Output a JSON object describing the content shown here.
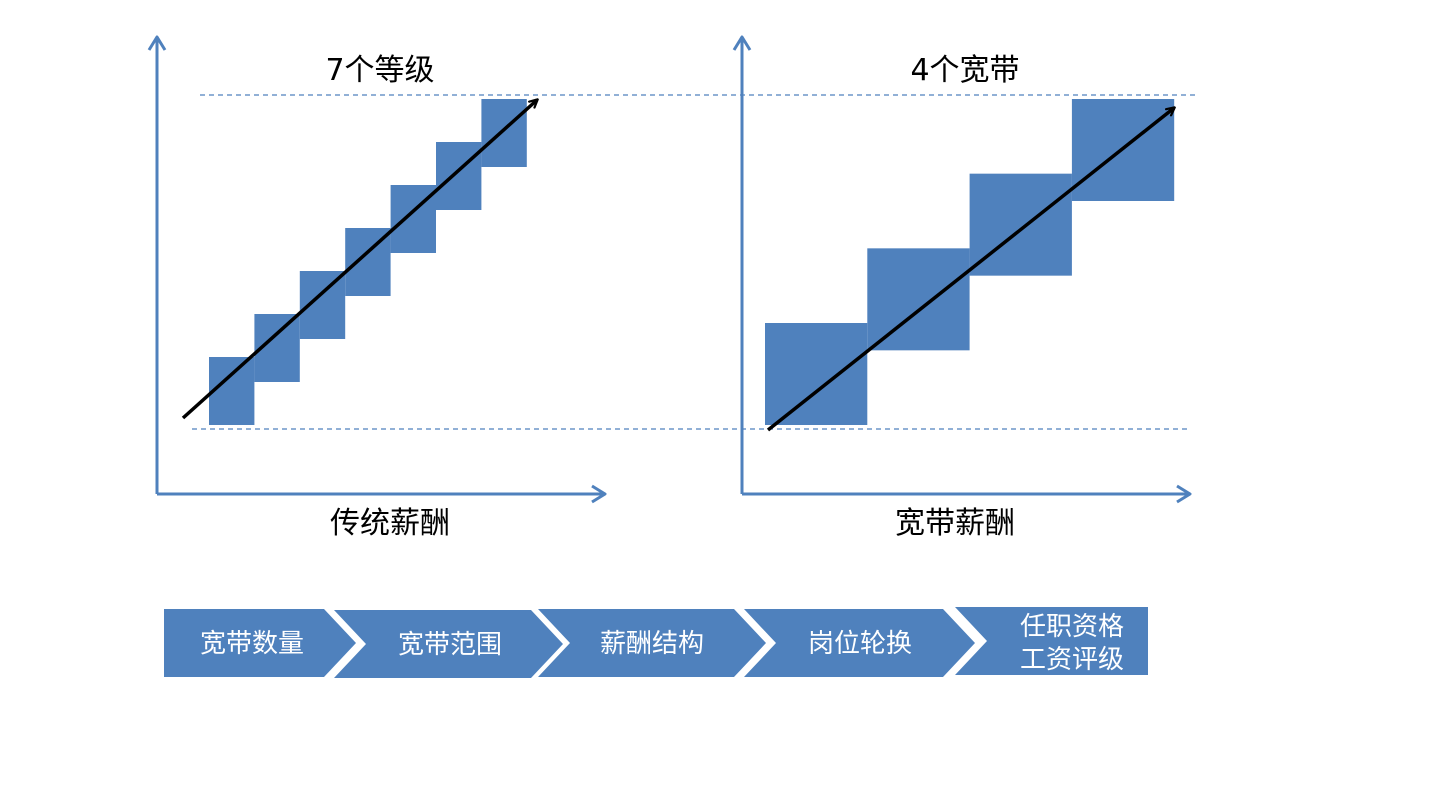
{
  "colors": {
    "block": "#4f81bd",
    "axis": "#4f81bd",
    "dashed_guide": "#4f81bd",
    "trend_arrow": "#000000",
    "chevron": "#4f81bd",
    "chevron_text": "#ffffff"
  },
  "left_panel": {
    "title": "7个等级",
    "caption": "传统薪酬",
    "band_count": 7
  },
  "right_panel": {
    "title": "4个宽带",
    "caption": "宽带薪酬",
    "band_count": 4
  },
  "process_steps": [
    {
      "lines": [
        "宽带数量"
      ]
    },
    {
      "lines": [
        "宽带范围"
      ]
    },
    {
      "lines": [
        "薪酬结构"
      ]
    },
    {
      "lines": [
        "岗位轮换"
      ]
    },
    {
      "lines": [
        "任职资格",
        "工资评级"
      ]
    }
  ]
}
